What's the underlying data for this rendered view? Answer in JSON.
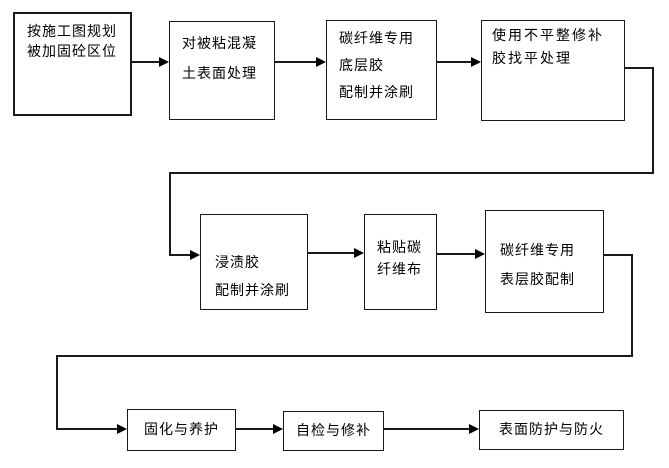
{
  "diagram": {
    "type": "flowchart",
    "background_color": "#ffffff",
    "line_color": "#1a1a1a",
    "text_color": "#000000",
    "nodes": [
      {
        "id": "plan-area",
        "lines": [
          "按施工图规划",
          "被加固砼区位"
        ]
      },
      {
        "id": "surface-treatment",
        "lines": [
          "对被粘混凝",
          "土表面处理"
        ]
      },
      {
        "id": "primer",
        "lines": [
          "碳纤维专用",
          "底层胶",
          "配制并涂刷"
        ]
      },
      {
        "id": "leveling",
        "lines": [
          "使用不平整修补",
          "胶找平处理"
        ]
      },
      {
        "id": "impregnation",
        "lines": [
          "浸渍胶",
          "配制并涂刷"
        ]
      },
      {
        "id": "paste-fiber",
        "lines": [
          "粘贴碳",
          "纤维布"
        ]
      },
      {
        "id": "topcoat",
        "lines": [
          "碳纤维专用",
          "表层胶配制"
        ]
      },
      {
        "id": "curing",
        "lines": [
          "固化与养护"
        ]
      },
      {
        "id": "inspection",
        "lines": [
          "自检与修补"
        ]
      },
      {
        "id": "protection",
        "lines": [
          "表面防护与防火"
        ]
      }
    ],
    "edges": [
      {
        "from": "plan-area",
        "to": "surface-treatment"
      },
      {
        "from": "surface-treatment",
        "to": "primer"
      },
      {
        "from": "primer",
        "to": "leveling"
      },
      {
        "from": "leveling",
        "to": "impregnation"
      },
      {
        "from": "impregnation",
        "to": "paste-fiber"
      },
      {
        "from": "paste-fiber",
        "to": "topcoat"
      },
      {
        "from": "topcoat",
        "to": "curing"
      },
      {
        "from": "curing",
        "to": "inspection"
      },
      {
        "from": "inspection",
        "to": "protection"
      }
    ]
  }
}
